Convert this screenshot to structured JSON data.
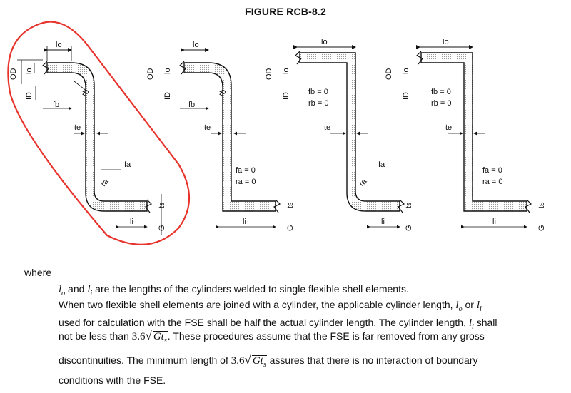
{
  "figure": {
    "title": "FIGURE RCB-8.2",
    "highlight_color": "#e8322c",
    "labels": {
      "OD": "OD",
      "ID": "ID",
      "lo": "lo",
      "li": "li",
      "fb": "fb",
      "rb": "rb",
      "te": "te",
      "fa": "fa",
      "ra": "ra",
      "ts": "ts",
      "G": "G",
      "fb0": "fb = 0",
      "rb0": "rb = 0",
      "fa0": "fa = 0",
      "ra0": "ra = 0"
    }
  },
  "text": {
    "where": "where",
    "p1_rest": " are the lengths of the cylinders welded to single flexible shell elements.",
    "and": " and ",
    "or": " or ",
    "lo_sym": "l",
    "lo_sub": "o",
    "li_sub": "i",
    "p2_a": "When two flexible shell elements are joined with a cylinder, the applicable cylinder length, ",
    "p2_b": "used for calculation with the FSE shall be half the actual cylinder length. The cylinder length, ",
    "p2_c": " shall",
    "p3_a": "not be less than ",
    "p3_b": ". These procedures assume that the FSE is far removed from any gross",
    "p4": "discontinuities.  The minimum length of ",
    "p4_b": " assures that there is no interaction of boundary",
    "p5": "conditions with the FSE.",
    "coef": "3.6",
    "radicand": "Gt",
    "radicand_sub": "s"
  }
}
